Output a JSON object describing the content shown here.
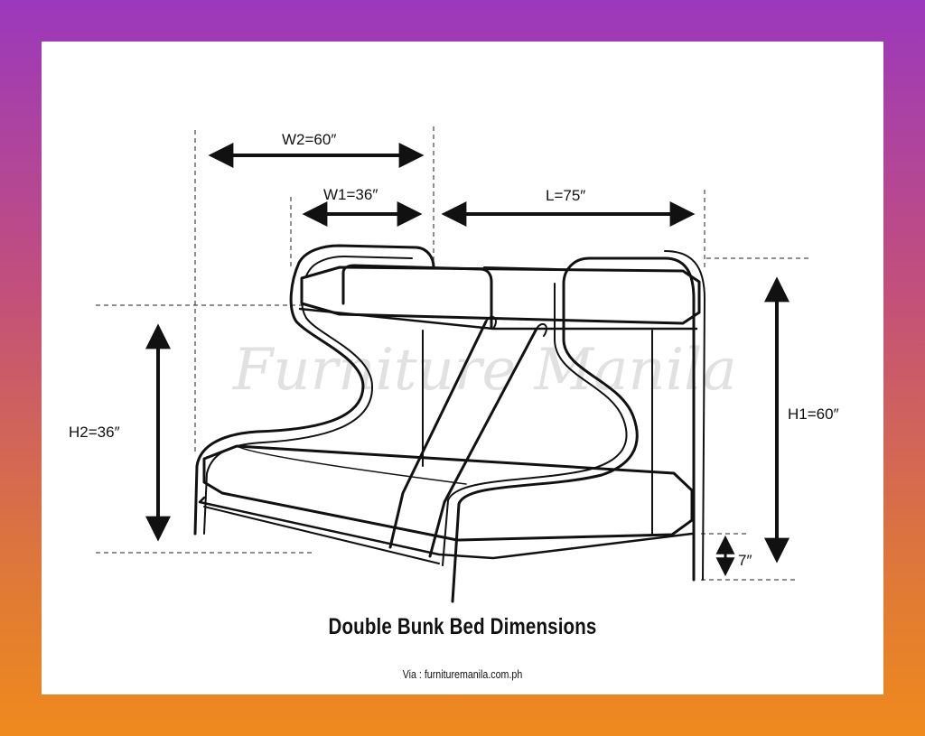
{
  "diagram": {
    "labels": {
      "w2": "W2=60″",
      "w1": "W1=36″",
      "length": "L=75″",
      "h2": "H2=36″",
      "h1": "H1=60″",
      "leg": "7″"
    },
    "watermark": "Furniture Manila",
    "line_color": "#111111"
  },
  "caption": {
    "title": "Double Bunk Bed Dimensions",
    "source": "Via : furnituremanila.com.ph"
  }
}
